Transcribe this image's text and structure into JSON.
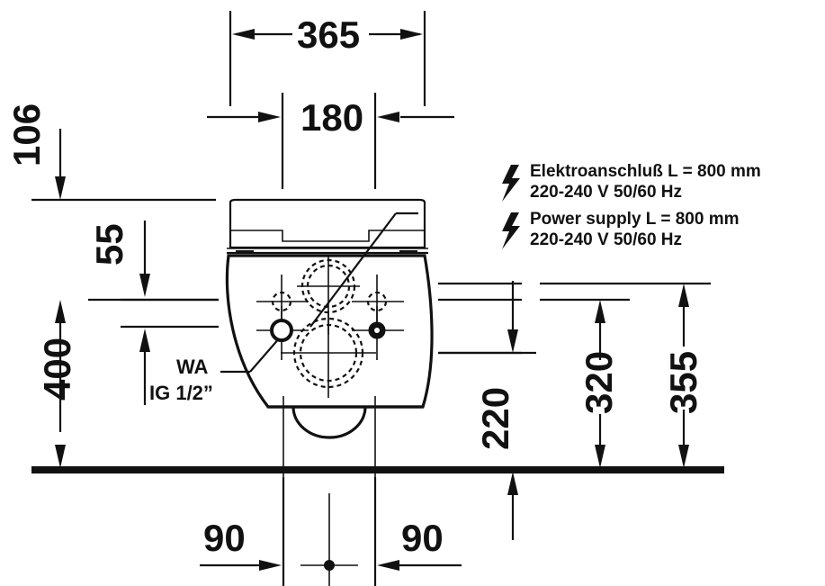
{
  "drawing": {
    "title": "Wall-hung toilet front elevation dimension drawing",
    "units": "mm",
    "line_color": "#111111",
    "background_color": "#ffffff"
  },
  "dimensions": {
    "top_width_outer": "365",
    "top_width_inner": "180",
    "left_top_offset": "106",
    "left_overall": "400",
    "left_inner": "55",
    "right_lower": "220",
    "right_mid": "320",
    "right_outer": "355",
    "bottom_left": "90",
    "bottom_right": "90"
  },
  "notes": {
    "electrical_de_line1": "Elektroanschluß L = 800 mm",
    "electrical_de_line2": "220-240 V  50/60 Hz",
    "electrical_en_line1": "Power supply L = 800 mm",
    "electrical_en_line2": "220-240 V  50/60 Hz",
    "bolt_icon_1": "lightning-bolt-icon",
    "bolt_icon_2": "lightning-bolt-icon"
  },
  "labels": {
    "water_connection_line1": "WA",
    "water_connection_line2": "IG 1/2”"
  }
}
